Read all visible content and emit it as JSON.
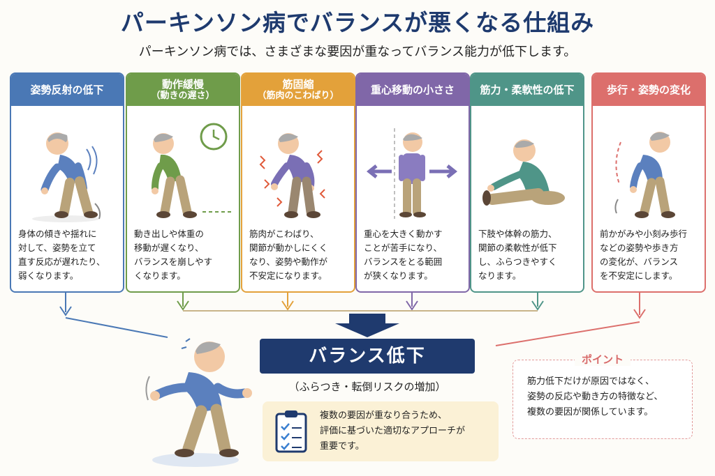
{
  "title": "パーキンソン病でバランスが悪くなる仕組み",
  "subtitle": "パーキンソン病では、さまざまな要因が重なってバランス能力が低下します。",
  "factors": [
    {
      "title": "姿勢反射の低下",
      "sub": "",
      "color": "#4a78b5",
      "lines": [
        "身体の傾きや揺れに",
        "対して、姿勢を立て",
        "直す反応が遅れたり、",
        "弱くなります。"
      ]
    },
    {
      "title": "動作緩慢",
      "sub": "（動きの遅さ）",
      "color": "#6f9c4a",
      "lines": [
        "動き出しや体重の",
        "移動が遅くなり、",
        "バランスを崩しやす",
        "くなります。"
      ]
    },
    {
      "title": "筋固縮",
      "sub": "（筋肉のこわばり）",
      "color": "#e3a13a",
      "lines": [
        "筋肉がこわばり、",
        "関節が動かしにくく",
        "なり、姿勢や動作が",
        "不安定になります。"
      ]
    },
    {
      "title": "重心移動の小ささ",
      "sub": "",
      "color": "#8067a8",
      "lines": [
        "重心を大きく動かす",
        "ことが苦手になり、",
        "バランスをとる範囲",
        "が狭くなります。"
      ]
    },
    {
      "title": "筋力・柔軟性の低下",
      "sub": "",
      "color": "#4f9588",
      "lines": [
        "下肢や体幹の筋力、",
        "関節の柔軟性が低下",
        "し、ふらつきやすく",
        "なります。"
      ]
    },
    {
      "title": "歩行・姿勢の変化",
      "sub": "",
      "color": "#dc6f6c",
      "lines": [
        "前かがみや小刻み歩行",
        "などの姿勢や歩き方",
        "の変化が、バランス",
        "を不安定にします。"
      ]
    }
  ],
  "result": {
    "label": "バランス低下",
    "sub": "（ふらつき・転倒リスクの増加）"
  },
  "note": {
    "lines": [
      "複数の要因が重なり合うため、",
      "評価に基づいた適切なアプローチが",
      "重要です。"
    ]
  },
  "point": {
    "title": "ポイント",
    "lines": [
      "筋力低下だけが原因ではなく、",
      "姿勢の反応や動き方の特徴など、",
      "複数の要因が関係しています。"
    ]
  }
}
